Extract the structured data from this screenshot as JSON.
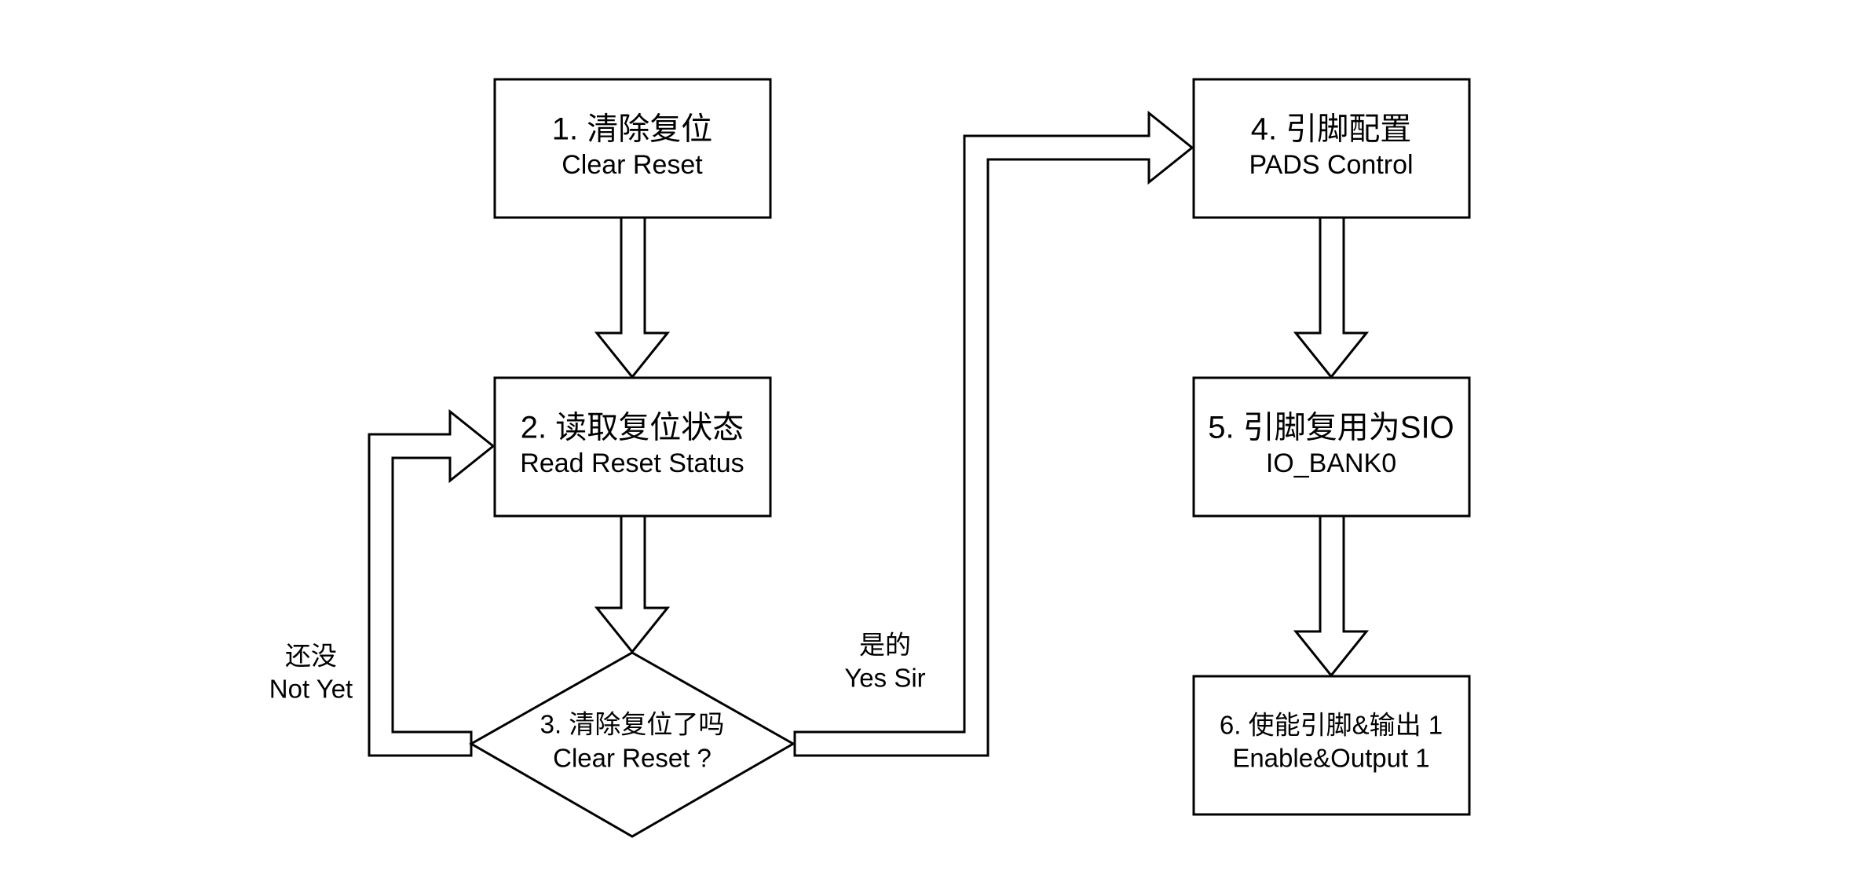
{
  "nodes": {
    "n1": {
      "line1": "1. 清除复位",
      "line2": "Clear Reset"
    },
    "n2": {
      "line1": "2. 读取复位状态",
      "line2": "Read Reset Status"
    },
    "n3": {
      "line1": "3. 清除复位了吗",
      "line2": "Clear Reset ?"
    },
    "n4": {
      "line1": "4. 引脚配置",
      "line2": "PADS Control"
    },
    "n5": {
      "line1": "5. 引脚复用为SIO",
      "line2": "IO_BANK0"
    },
    "n6": {
      "line1": "6. 使能引脚&输出 1",
      "line2": "Enable&Output 1"
    }
  },
  "labels": {
    "no": {
      "line1": "还没",
      "line2": "Not Yet"
    },
    "yes": {
      "line1": "是的",
      "line2": "Yes Sir"
    }
  }
}
